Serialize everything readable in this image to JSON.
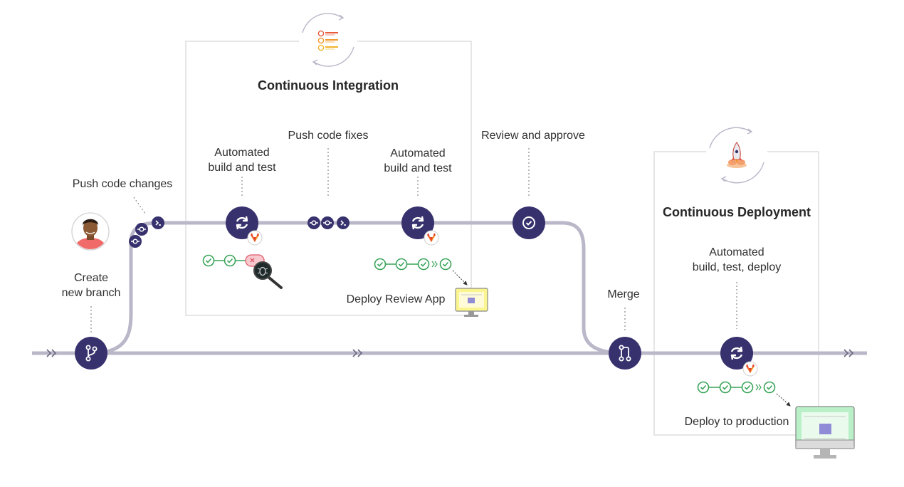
{
  "ci": {
    "title": "Continuous Integration"
  },
  "cd": {
    "title": "Continuous Deployment"
  },
  "labels": {
    "push_code_changes": "Push code changes",
    "create_branch": "Create\nnew branch",
    "automated_1": "Automated\nbuild and test",
    "push_code_fixes": "Push code fixes",
    "automated_2": "Automated\nbuild and test",
    "review_approve": "Review and approve",
    "deploy_review_app": "Deploy Review App",
    "merge": "Merge",
    "automated_deploy": "Automated\nbuild, test, deploy",
    "deploy_production": "Deploy to production"
  },
  "icons": {
    "branch": "git-branch-icon",
    "pipeline": "pipeline-sync-icon",
    "commit": "git-commit-icon",
    "terminal": "terminal-icon",
    "approve": "check-circle-icon",
    "merge": "git-merge-icon",
    "tanuki": "gitlab-tanuki-icon",
    "bug": "bug-magnifier-icon",
    "monitor": "monitor-icon",
    "rocket": "rocket-icon",
    "checklist": "checklist-icon",
    "avatar": "developer-avatar"
  },
  "colors": {
    "node": "#37326e",
    "track": "#bab7c9",
    "pass": "#3aa459",
    "fail": "#e05a6a",
    "box_border": "#d8d8d8",
    "review_screen": "#fbf58f",
    "prod_screen": "#b9f0c7"
  }
}
